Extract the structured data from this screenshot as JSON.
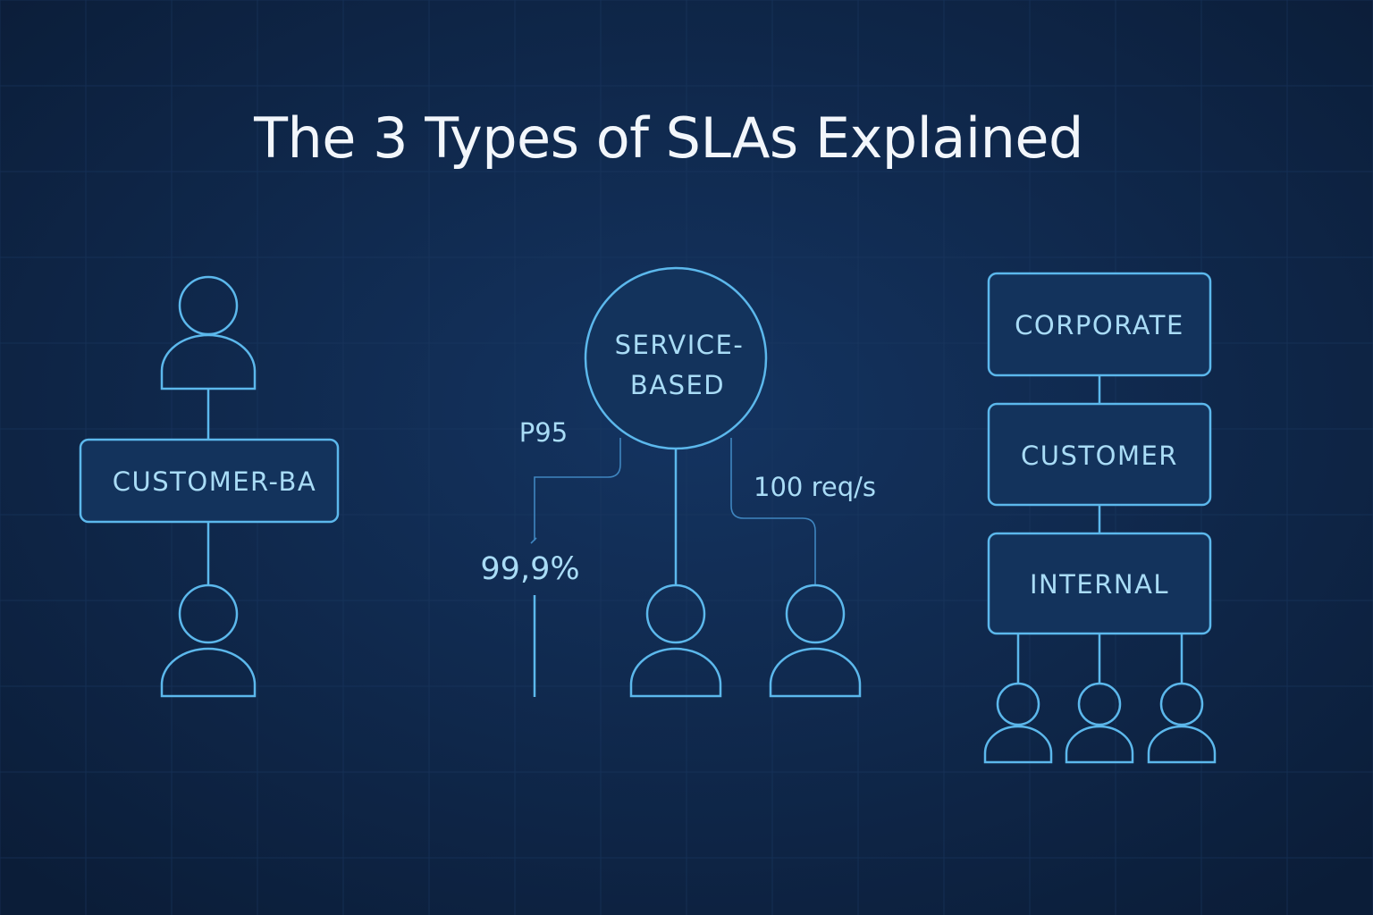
{
  "title": "The 3 Types of SLAs Explained",
  "left": {
    "label": "CUSTOMER-BA"
  },
  "center": {
    "label_line1": "SERVICE-",
    "label_line2": "BASED",
    "metric_latency": "P95",
    "metric_availability": "99,9%",
    "metric_throughput": "100 req/s"
  },
  "right": {
    "levels": [
      "CORPORATE",
      "CUSTOMER",
      "INTERNAL"
    ]
  },
  "colors": {
    "background": "#0e2342",
    "accent": "#5cb8ec",
    "label_text": "#a9dcf6",
    "title_text": "#f2f6fb"
  }
}
